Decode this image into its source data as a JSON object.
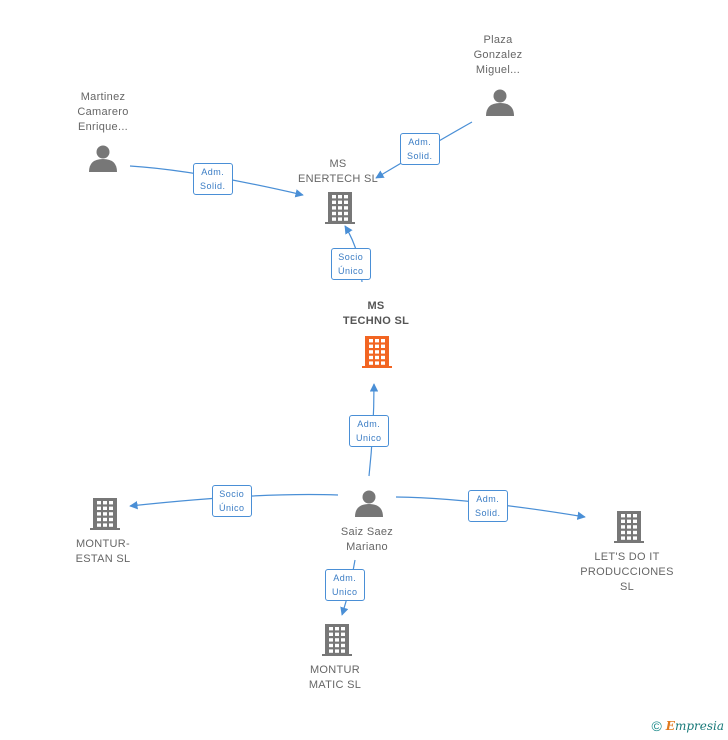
{
  "nodes": [
    {
      "id": "martinez",
      "kind": "person",
      "label": "Martinez\nCamarero\nEnrique...",
      "color": "#777777"
    },
    {
      "id": "plaza",
      "kind": "person",
      "label": "Plaza\nGonzalez\nMiguel...",
      "color": "#777777"
    },
    {
      "id": "enertech",
      "kind": "company",
      "label": "MS\nENERTECH SL",
      "color": "#777777"
    },
    {
      "id": "techno",
      "kind": "company",
      "label": "MS\nTECHNO SL",
      "color": "#f26522",
      "focus": true
    },
    {
      "id": "saiz",
      "kind": "person",
      "label": "Saiz Saez\nMariano",
      "color": "#777777"
    },
    {
      "id": "montur_estan",
      "kind": "company",
      "label": "MONTUR-\nESTAN SL",
      "color": "#777777"
    },
    {
      "id": "letsdoit",
      "kind": "company",
      "label": "LET'S DO IT\nPRODUCCIONES\nSL",
      "color": "#777777"
    },
    {
      "id": "montur_matic",
      "kind": "company",
      "label": "MONTUR\nMATIC SL",
      "color": "#777777"
    }
  ],
  "relations": [
    {
      "from": "martinez",
      "to": "enertech",
      "label": "Adm.\nSolid."
    },
    {
      "from": "plaza",
      "to": "enertech",
      "label": "Adm.\nSolid."
    },
    {
      "from": "techno",
      "to": "enertech",
      "label": "Socio\nÚnico"
    },
    {
      "from": "saiz",
      "to": "techno",
      "label": "Adm.\nUnico"
    },
    {
      "from": "saiz",
      "to": "montur_estan",
      "label": "Socio\nÚnico"
    },
    {
      "from": "saiz",
      "to": "letsdoit",
      "label": "Adm.\nSolid."
    },
    {
      "from": "saiz",
      "to": "montur_matic",
      "label": "Adm.\nUnico"
    }
  ],
  "brand": {
    "copyright": "©",
    "e": "E",
    "name": "mpresia"
  },
  "colors": {
    "edge": "#4a8fd6",
    "focus": "#f26522",
    "node": "#777777"
  }
}
